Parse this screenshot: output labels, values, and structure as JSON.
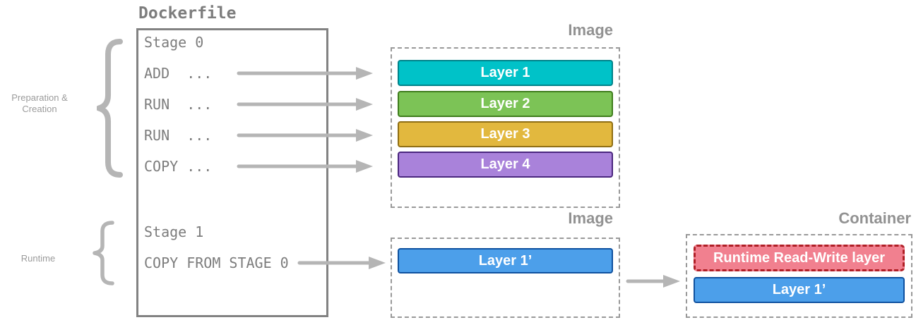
{
  "dockerfile": {
    "title": "Dockerfile",
    "stage0_label": "Stage 0",
    "instructions": [
      "ADD  ...",
      "RUN  ...",
      "RUN  ...",
      "COPY ..."
    ],
    "stage1_label": "Stage 1",
    "stage1_instruction": "COPY FROM STAGE 0"
  },
  "side_labels": {
    "preparation_line1": "Preparation &",
    "preparation_line2": "Creation",
    "runtime": "Runtime"
  },
  "image1": {
    "title": "Image",
    "layers": [
      {
        "label": "Layer 1",
        "fill": "#00c2c8",
        "border": "#00838a"
      },
      {
        "label": "Layer 2",
        "fill": "#7cc356",
        "border": "#3f7d1d"
      },
      {
        "label": "Layer 3",
        "fill": "#e2b83e",
        "border": "#8f6e13"
      },
      {
        "label": "Layer 4",
        "fill": "#a982da",
        "border": "#4a267e"
      }
    ]
  },
  "image2": {
    "title": "Image",
    "layers": [
      {
        "label": "Layer 1’",
        "fill": "#4c9fea",
        "border": "#0f519f"
      }
    ]
  },
  "container": {
    "title": "Container",
    "layers": [
      {
        "label": "Runtime Read-Write layer",
        "fill": "#f1808f",
        "border": "#b01f26",
        "border_style": "dashed"
      },
      {
        "label": "Layer 1’",
        "fill": "#4c9fea",
        "border": "#0f519f",
        "border_style": "solid"
      }
    ]
  },
  "colors": {
    "box_outline": "#828282",
    "mono_text": "#7d7d7d",
    "label_gray": "#929292",
    "annotation_gray": "#9b9b9b",
    "arrow_gray": "#b5b5b5",
    "dashed_box_border": "#999999"
  }
}
